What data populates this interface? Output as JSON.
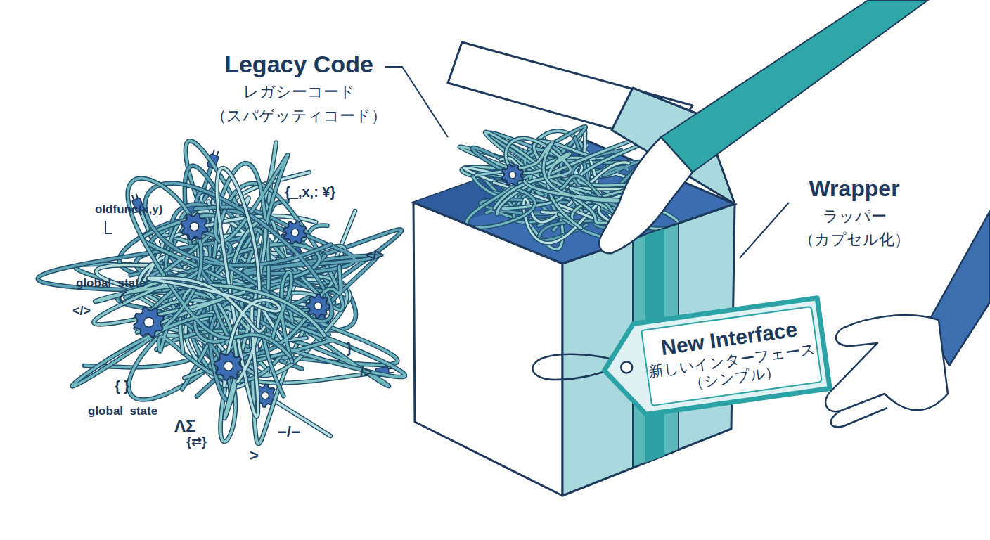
{
  "diagram": {
    "nodes": [
      {
        "text": [
          "New Interface",
          "新しいインターフェース",
          "（シンプル）"
        ]
      }
    ],
    "labels": [
      "Legacy Code",
      "レガシーコード",
      "（スパゲッティコード）",
      "Wrapper",
      "ラッパー",
      "（カプセル化）",
      "oldfunc(x,y)",
      "{_,x,: ¥}",
      "global_state",
      "</>",
      "</>",
      "{ }",
      "global_state",
      "/>",
      "}",
      "ΛΣ",
      "{⇄}",
      "−/−",
      ">"
    ]
  }
}
